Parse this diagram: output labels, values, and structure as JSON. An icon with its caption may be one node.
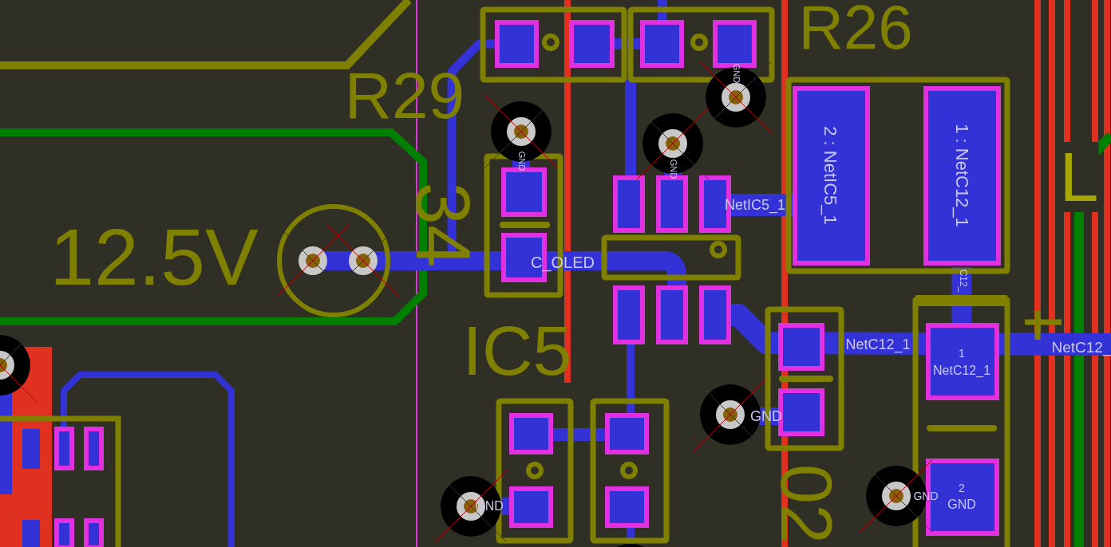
{
  "diagram": {
    "labels": [
      "R29",
      "R26",
      "2 : NetIC5_1",
      "1 : NetC12_1",
      "NetIC5_1",
      "34",
      "12.5V",
      "C_OLED",
      "IC5",
      "NetC12_1",
      "NetC12_",
      "1",
      "NetC12_1",
      "2",
      "GND",
      "GND",
      "GND",
      "02",
      "L",
      "GND",
      "GND",
      "GND",
      "C12_",
      "GND"
    ]
  }
}
